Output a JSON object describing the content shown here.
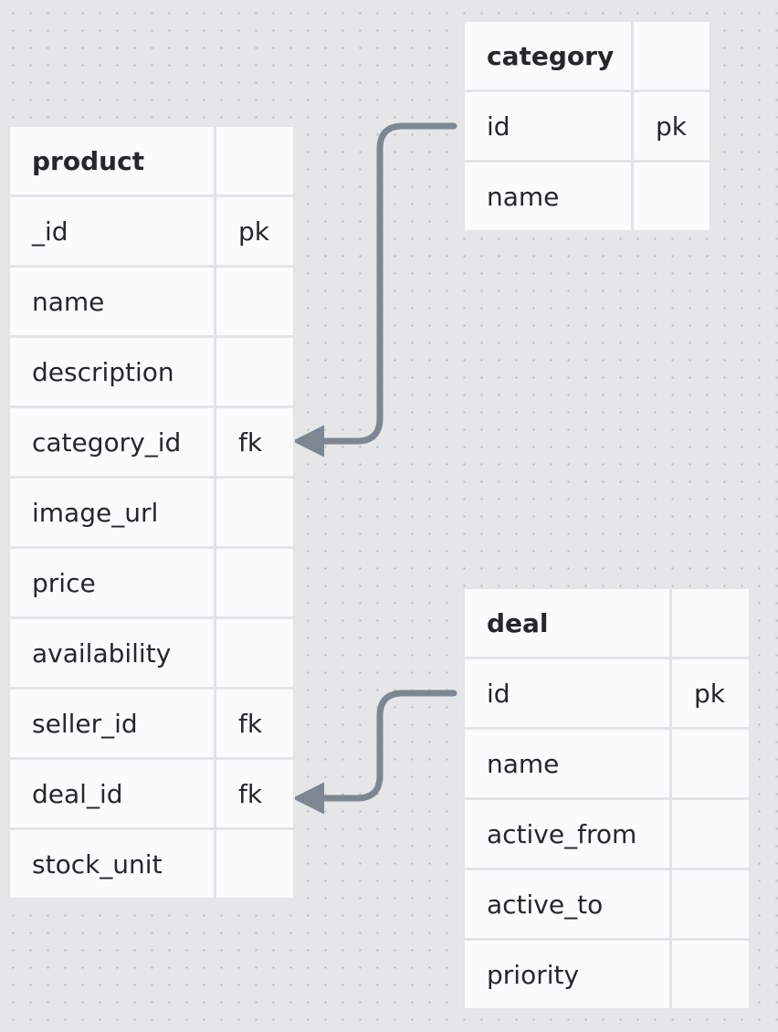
{
  "tables": {
    "product": {
      "title": "product",
      "rows": [
        {
          "name": "_id",
          "key": "pk"
        },
        {
          "name": "name",
          "key": ""
        },
        {
          "name": "description",
          "key": ""
        },
        {
          "name": "category_id",
          "key": "fk"
        },
        {
          "name": "image_url",
          "key": ""
        },
        {
          "name": "price",
          "key": ""
        },
        {
          "name": "availability",
          "key": ""
        },
        {
          "name": "seller_id",
          "key": "fk"
        },
        {
          "name": "deal_id",
          "key": "fk"
        },
        {
          "name": "stock_unit",
          "key": ""
        }
      ]
    },
    "category": {
      "title": "category",
      "rows": [
        {
          "name": "id",
          "key": "pk"
        },
        {
          "name": "name",
          "key": ""
        }
      ]
    },
    "deal": {
      "title": "deal",
      "rows": [
        {
          "name": "id",
          "key": "pk"
        },
        {
          "name": "name",
          "key": ""
        },
        {
          "name": "active_from",
          "key": ""
        },
        {
          "name": "active_to",
          "key": ""
        },
        {
          "name": "priority",
          "key": ""
        }
      ]
    }
  },
  "relations": [
    {
      "from": "category.id",
      "to": "product.category_id"
    },
    {
      "from": "deal.id",
      "to": "product.deal_id"
    }
  ],
  "colors": {
    "background": "#e4e6e7",
    "cell": "#fafbfb",
    "arrow": "#7e8791",
    "text": "#25272a"
  }
}
